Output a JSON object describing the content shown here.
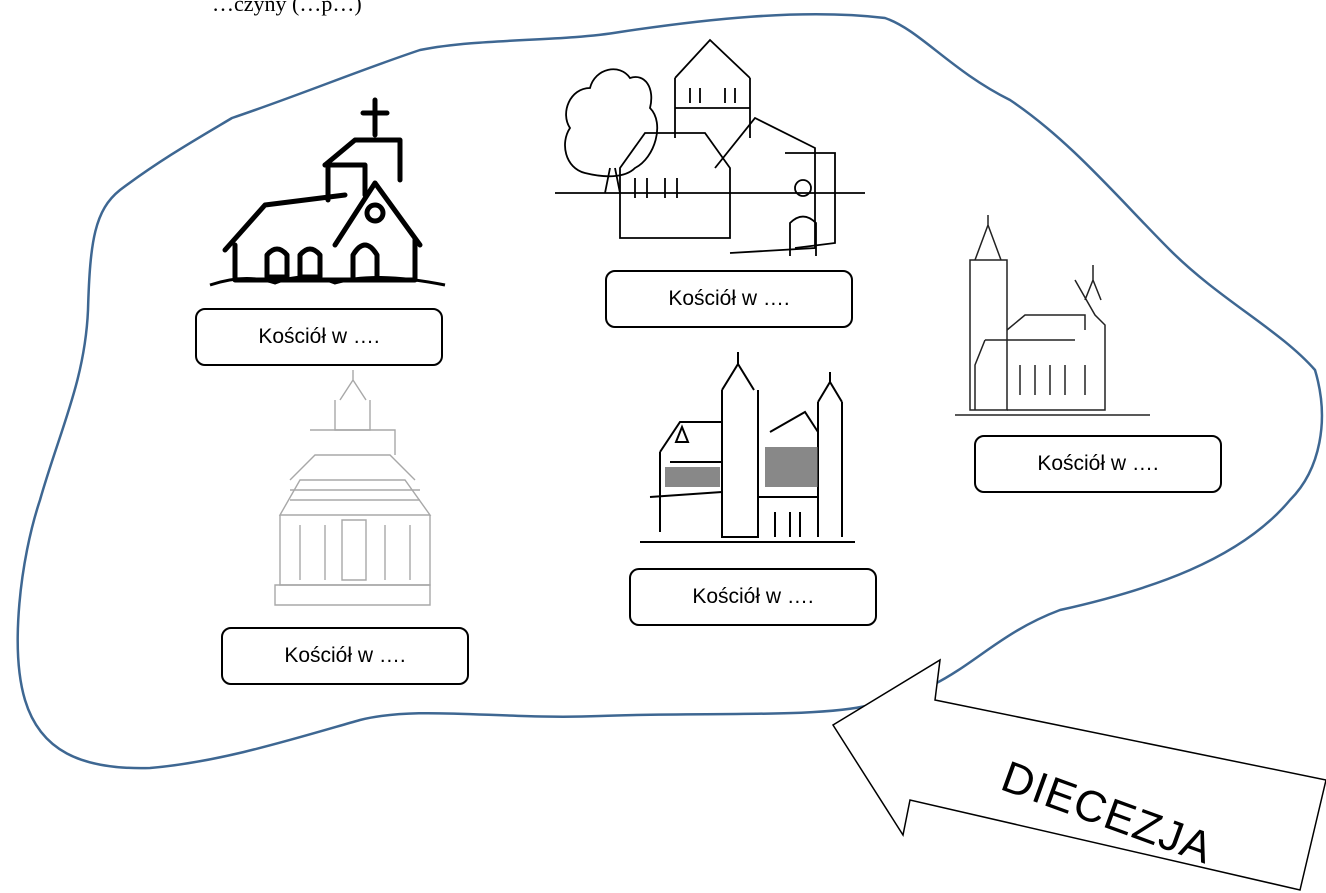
{
  "header": {
    "partial_text": "…czyny (…p…)"
  },
  "labels": {
    "church_1": "Kościół w ….",
    "church_2": "Kościół w ….",
    "church_3": "Kościół w ….",
    "church_4": "Kościół w ….",
    "church_5": "Kościół w …."
  },
  "arrow": {
    "label": "DIECEZJA"
  },
  "colors": {
    "outline_blue": "#3e6792",
    "ink": "#000000"
  }
}
